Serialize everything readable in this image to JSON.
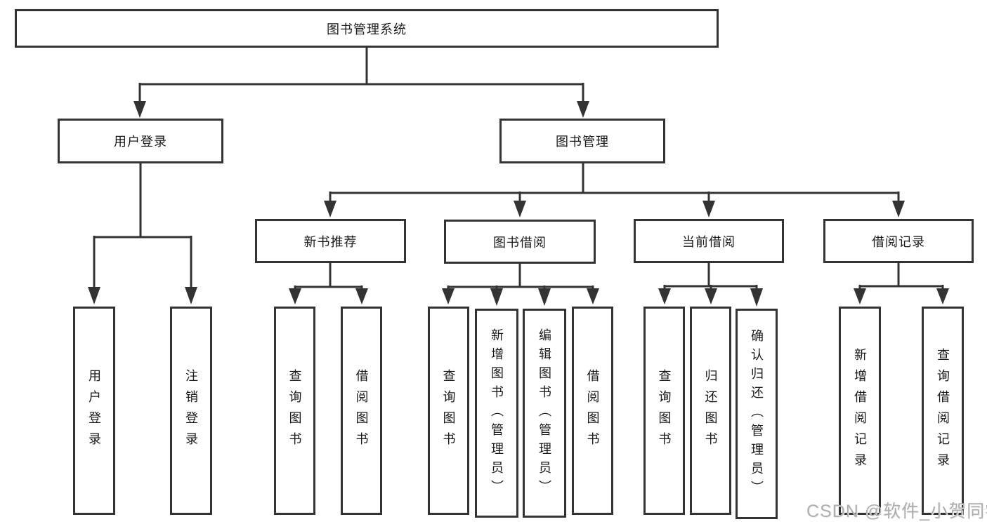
{
  "diagram": {
    "title": "图书管理系统",
    "level2": [
      {
        "label": "用户登录"
      },
      {
        "label": "图书管理"
      }
    ],
    "level3": [
      {
        "label": "新书推荐"
      },
      {
        "label": "图书借阅"
      },
      {
        "label": "当前借阅"
      },
      {
        "label": "借阅记录"
      }
    ],
    "leaves": {
      "user_login": [
        "用户登录",
        "注销登录"
      ],
      "new_books": [
        "查询图书",
        "借阅图书"
      ],
      "borrowing": [
        "查询图书",
        "新增图书（管理员）",
        "编辑图书（管理员）",
        "借阅图书"
      ],
      "current": [
        "查询图书",
        "归还图书",
        "确认归还（管理员）"
      ],
      "records": [
        "新增借阅记录",
        "查询借阅记录"
      ]
    }
  },
  "watermark": {
    "text": "CSDN @软件_小贺同学",
    "color": "#aeaeae"
  },
  "colors": {
    "line": "#333333",
    "box_border": "#333333",
    "box_background": "#ffffff",
    "text": "#1a1a1a"
  }
}
